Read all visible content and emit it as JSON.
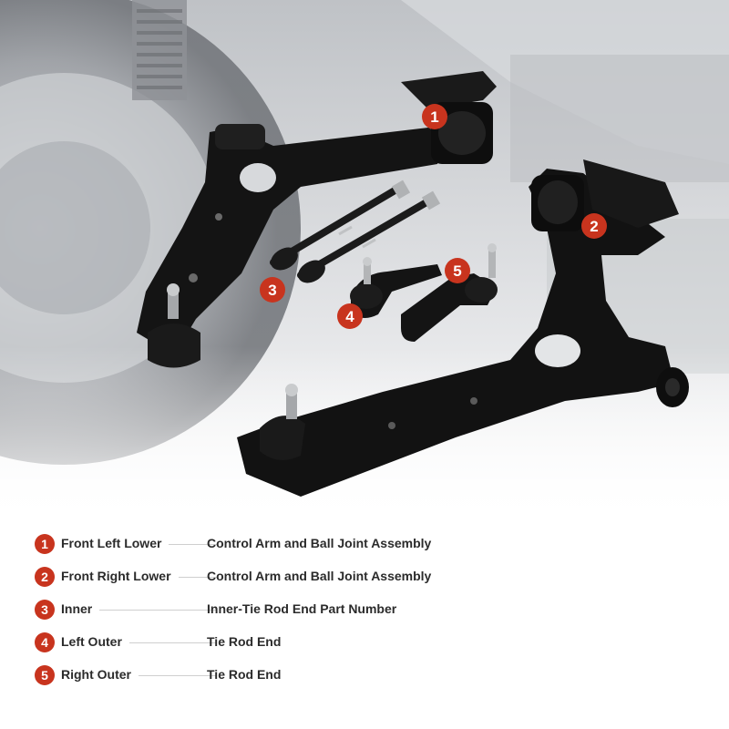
{
  "accent_color": "#c8341e",
  "callouts": [
    {
      "number": "1"
    },
    {
      "number": "2"
    },
    {
      "number": "3"
    },
    {
      "number": "4"
    },
    {
      "number": "5"
    }
  ],
  "legend": [
    {
      "number": "1",
      "position": "Front Left Lower",
      "part": "Control Arm and Ball Joint Assembly"
    },
    {
      "number": "2",
      "position": "Front Right Lower",
      "part": "Control Arm and Ball Joint Assembly"
    },
    {
      "number": "3",
      "position": "Inner",
      "part": "Inner-Tie Rod End Part Number"
    },
    {
      "number": "4",
      "position": "Left Outer",
      "part": "Tie Rod End"
    },
    {
      "number": "5",
      "position": "Right Outer",
      "part": "Tie Rod End"
    }
  ]
}
